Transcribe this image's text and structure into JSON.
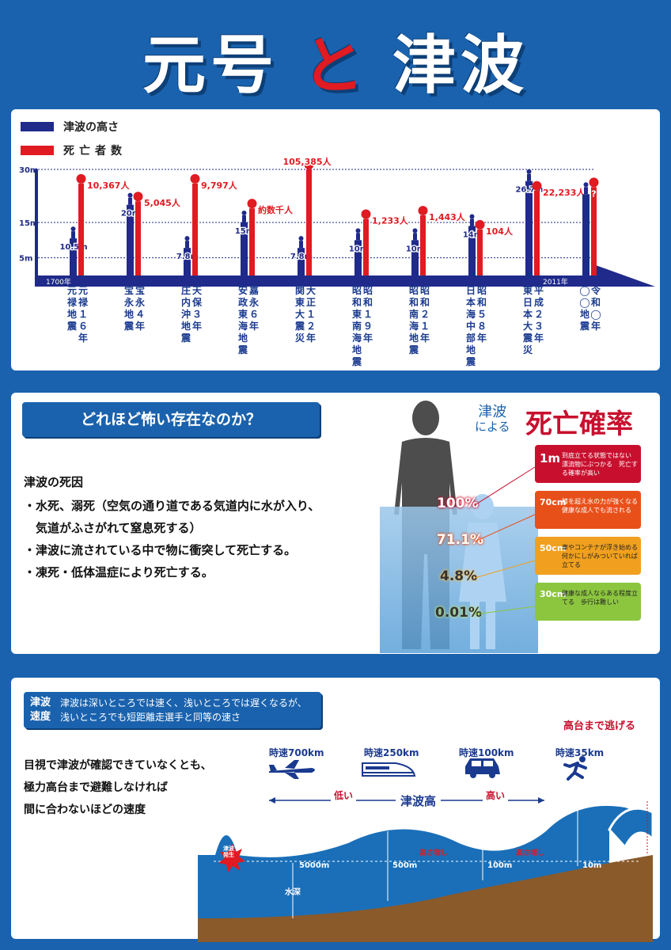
{
  "title": {
    "part1": "元号",
    "connector": "と",
    "part2": "津波"
  },
  "legend": {
    "height_label": "津波の高さ",
    "death_label": "死亡者数",
    "height_color": "#1f2a8a",
    "death_color": "#e01b22"
  },
  "chart_data": {
    "type": "bar",
    "title": "",
    "y_ticks": [
      "30m",
      "15m",
      "5m"
    ],
    "ylim": [
      0,
      30
    ],
    "x_start_label": "1700年",
    "x_end_label": "2011年",
    "categories": [
      "元禄地震",
      "宝永地震",
      "天保庄内沖地震",
      "嘉永安政東海地震",
      "大正関東大震災",
      "昭和東南海地震",
      "昭和南海地震",
      "昭和日本海中部地震",
      "平成東日本大震災",
      "令和◯◯地震"
    ],
    "era_labels": [
      "元禄１６年\n元禄地震",
      "宝永４年\n宝永地震",
      "天保３年\n庄内沖地震",
      "嘉永６年\n安政東海地震",
      "大正１２年\n関東大震災",
      "昭和１９年\n昭和東南海地震",
      "昭和２１年\n昭和南海地震",
      "昭和５８年\n日本海中部地震",
      "平成２３年\n東日本大震災",
      "令和◯年\n◯◯地震"
    ],
    "series": [
      {
        "name": "津波の高さ",
        "values": [
          10.5,
          20,
          7.8,
          15,
          7.8,
          10,
          10,
          14,
          26.7,
          23
        ],
        "labels": [
          "10.5m",
          "20m",
          "7.8m",
          "15m",
          "7.8m",
          "10m",
          "10m",
          "14m",
          "26.7m",
          ""
        ]
      },
      {
        "name": "死亡者数",
        "values": [
          26,
          21,
          26,
          19,
          30,
          16,
          17,
          13,
          24,
          25
        ],
        "labels": [
          "10,367人",
          "5,045人",
          "9,797人",
          "約数千人",
          "105,385人",
          "1,233人",
          "1,443人",
          "104人",
          "22,233人",
          "?"
        ]
      }
    ]
  },
  "section2": {
    "question": "どれほど怖い存在なのか？",
    "causes_title": "津波の死因",
    "causes": [
      "・水死、溺死（空気の通り道である気道内に水が入り、",
      "　気道がふさがれて窒息死する）",
      "・津波に流されている中で物に衝突して死亡する。",
      "・凍死・低体温症により死亡する。"
    ],
    "prob_heading_small1": "津波",
    "prob_heading_small2": "による",
    "prob_heading_big": "死亡確率",
    "levels": [
      {
        "pct": "100%",
        "height": "1m",
        "desc": "到底立てる状態ではない　漂流物にぶつかる　死亡する確率が高い",
        "color": "#c8102e"
      },
      {
        "pct": "71.1%",
        "height": "70cm",
        "desc": "膝を超え水の力が強くなる　健康な成人でも流される",
        "color": "#e8501a"
      },
      {
        "pct": "4.8%",
        "height": "50cm",
        "desc": "車やコンテナが浮き始める　何かにしがみついていれば立てる",
        "color": "#f0a01e"
      },
      {
        "pct": "0.01%",
        "height": "30cm",
        "desc": "健康な成人ならある程度立てる　歩行は難しい",
        "color": "#8cc63f"
      }
    ]
  },
  "section3": {
    "label_line1": "津波",
    "label_line2": "速度",
    "desc_line1": "津波は深いところでは速く、浅いところでは遅くなるが、",
    "desc_line2": "浅いところでも短距離走選手と同等の速さ",
    "body": [
      "目視で津波が確認できていなくとも、",
      "極力高台まで避難しなければ",
      "間に合わないほどの速度"
    ],
    "speeds": [
      "時速700km",
      "時速250km",
      "時速100km",
      "時速35km"
    ],
    "speed_icons": [
      "airplane-icon",
      "bullet-train-icon",
      "car-icon",
      "runner-icon"
    ],
    "escape": "高台まで逃げる",
    "low": "低い",
    "tsunami_height": "津波高",
    "high": "高い",
    "origin": "津波発生",
    "depth_title": "水深",
    "depths": [
      "5000m",
      "500m",
      "100m",
      "10m"
    ],
    "increase1": "高さ増し",
    "increase2": "高さ増し"
  }
}
